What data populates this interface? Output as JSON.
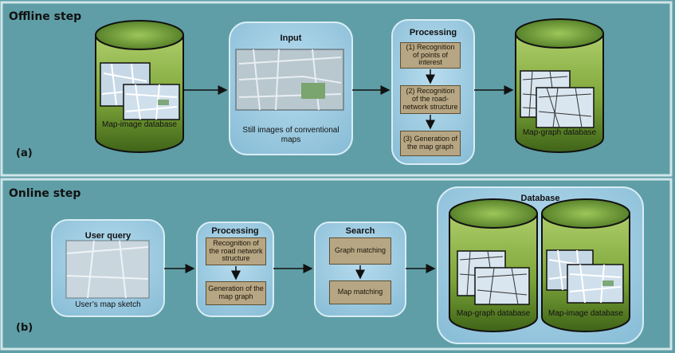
{
  "offline": {
    "title": "Offline step",
    "tag": "(a)",
    "db_left_label": "Map-image database",
    "input_title": "Input",
    "input_caption": "Still images of conventional maps",
    "processing_title": "Processing",
    "steps": [
      "(1) Recognition of points of interest",
      "(2) Recognition of the road-network structure",
      "(3) Generation of the map graph"
    ],
    "db_right_label": "Map-graph database"
  },
  "online": {
    "title": "Online step",
    "tag": "(b)",
    "query_title": "User query",
    "query_caption": "User’s map sketch",
    "processing_title": "Processing",
    "proc_steps": [
      "Recognition of the road network structure",
      "Generation of the map graph"
    ],
    "search_title": "Search",
    "search_steps": [
      "Graph matching",
      "Map matching"
    ],
    "database_title": "Database",
    "db_labels": [
      "Map-graph database",
      "Map-image database"
    ]
  },
  "colors": {
    "panel_fill": "#5f9ea6",
    "bubble_fill": "#9ecbe0",
    "cylinder_green": "#8ab545",
    "step_fill": "#b7a683"
  }
}
